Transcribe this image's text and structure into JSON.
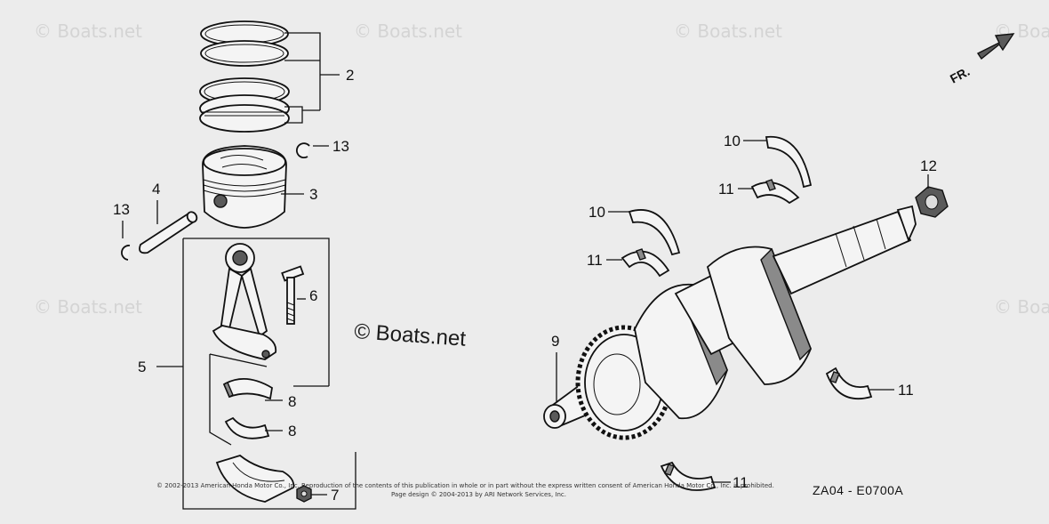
{
  "watermark": {
    "text": "© Boats.net",
    "main_text": "© Boats.net"
  },
  "callouts": {
    "c2": "2",
    "c13a": "13",
    "c3": "3",
    "c4": "4",
    "c13b": "13",
    "c6": "6",
    "c5": "5",
    "c8a": "8",
    "c8b": "8",
    "c7": "7",
    "c10a": "10",
    "c11a": "11",
    "c12": "12",
    "c10b": "10",
    "c11b": "11",
    "c9": "9",
    "c11c": "11",
    "c11d": "11"
  },
  "direction_label": "FR.",
  "diagram_code": "ZA04 - E0700A",
  "copyright": {
    "line1": "© 2002-2013 American Honda Motor Co., Inc. Reproduction of the contents of this publication in whole or in part without the express written consent of American Honda Motor Co., Inc. is prohibited.",
    "line2": "Page design © 2004-2013 by ARI Network Services, Inc."
  },
  "colors": {
    "background": "#ececec",
    "linework": "#111111",
    "watermark": "#d4d4d4"
  }
}
